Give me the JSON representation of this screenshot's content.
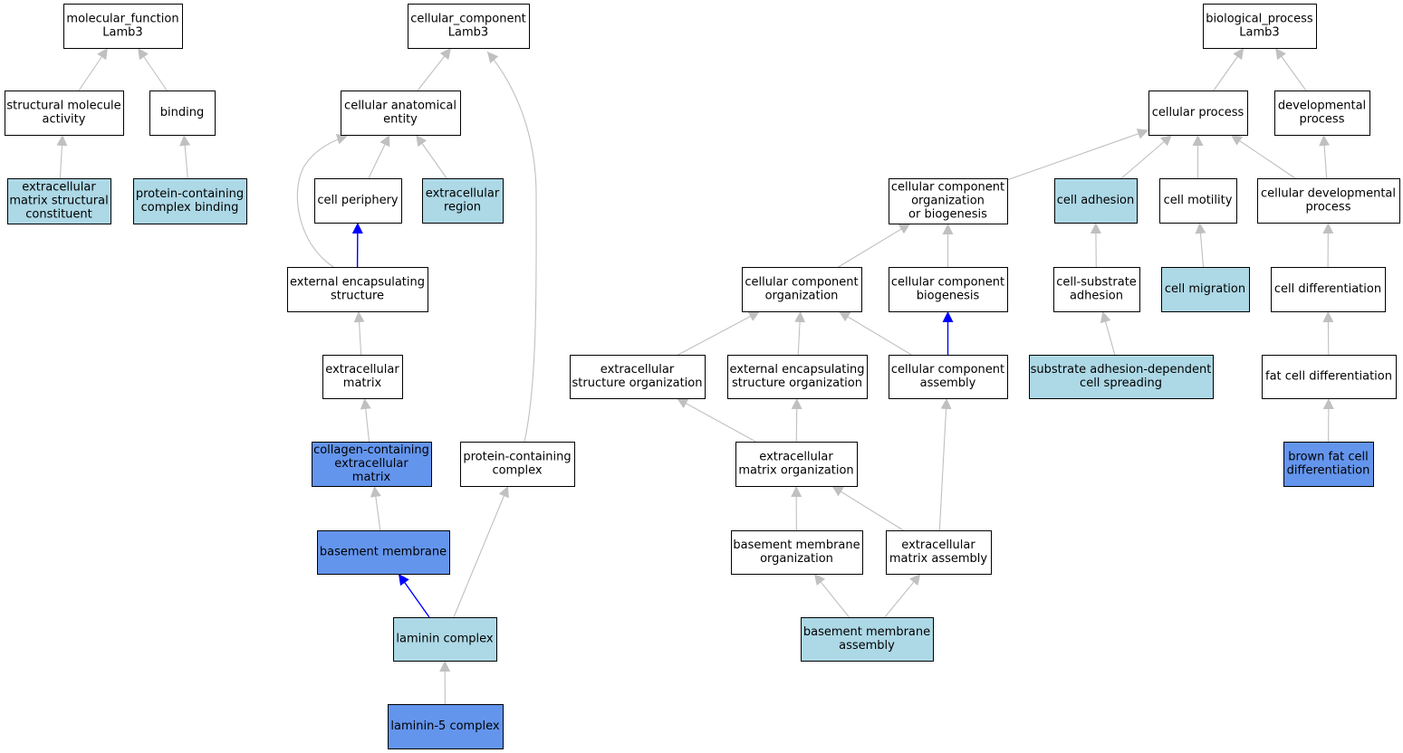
{
  "colors": {
    "plain": "#ffffff",
    "light": "#add8e6",
    "dark": "#6495ed",
    "edge": "#c0c0c0",
    "edge_highlight": "#0000ff"
  },
  "nodes": [
    {
      "id": "mf_root",
      "lines": [
        "molecular_function",
        "Lamb3"
      ],
      "style": "plain"
    },
    {
      "id": "struct_mol",
      "lines": [
        "structural molecule",
        "activity"
      ],
      "style": "plain"
    },
    {
      "id": "binding",
      "lines": [
        "binding"
      ],
      "style": "plain"
    },
    {
      "id": "ecm_struct",
      "lines": [
        "extracellular",
        "matrix structural",
        "constituent"
      ],
      "style": "light"
    },
    {
      "id": "pc_binding",
      "lines": [
        "protein-containing",
        "complex binding"
      ],
      "style": "light"
    },
    {
      "id": "cc_root",
      "lines": [
        "cellular_component",
        "Lamb3"
      ],
      "style": "plain"
    },
    {
      "id": "cae",
      "lines": [
        "cellular anatomical",
        "entity"
      ],
      "style": "plain"
    },
    {
      "id": "cell_periph",
      "lines": [
        "cell periphery"
      ],
      "style": "plain"
    },
    {
      "id": "ec_region",
      "lines": [
        "extracellular",
        "region"
      ],
      "style": "light"
    },
    {
      "id": "ext_encaps",
      "lines": [
        "external encapsulating",
        "structure"
      ],
      "style": "plain"
    },
    {
      "id": "ecm",
      "lines": [
        "extracellular",
        "matrix"
      ],
      "style": "plain"
    },
    {
      "id": "coll_ecm",
      "lines": [
        "collagen-containing",
        "extracellular",
        "matrix"
      ],
      "style": "dark"
    },
    {
      "id": "pc_complex",
      "lines": [
        "protein-containing",
        "complex"
      ],
      "style": "plain"
    },
    {
      "id": "basement",
      "lines": [
        "basement membrane"
      ],
      "style": "dark"
    },
    {
      "id": "laminin",
      "lines": [
        "laminin complex"
      ],
      "style": "light"
    },
    {
      "id": "laminin5",
      "lines": [
        "laminin-5 complex"
      ],
      "style": "dark"
    },
    {
      "id": "bp_root",
      "lines": [
        "biological_process",
        "Lamb3"
      ],
      "style": "plain"
    },
    {
      "id": "cell_proc",
      "lines": [
        "cellular process"
      ],
      "style": "plain"
    },
    {
      "id": "dev_proc",
      "lines": [
        "developmental",
        "process"
      ],
      "style": "plain"
    },
    {
      "id": "ccob",
      "lines": [
        "cellular component",
        "organization",
        "or biogenesis"
      ],
      "style": "plain"
    },
    {
      "id": "cell_adh",
      "lines": [
        "cell adhesion"
      ],
      "style": "light"
    },
    {
      "id": "cell_mot",
      "lines": [
        "cell motility"
      ],
      "style": "plain"
    },
    {
      "id": "cell_dev",
      "lines": [
        "cellular developmental",
        "process"
      ],
      "style": "plain"
    },
    {
      "id": "cco",
      "lines": [
        "cellular component",
        "organization"
      ],
      "style": "plain"
    },
    {
      "id": "ccb",
      "lines": [
        "cellular component",
        "biogenesis"
      ],
      "style": "plain"
    },
    {
      "id": "cs_adh",
      "lines": [
        "cell-substrate",
        "adhesion"
      ],
      "style": "plain"
    },
    {
      "id": "cell_mig",
      "lines": [
        "cell migration"
      ],
      "style": "light"
    },
    {
      "id": "cell_diff",
      "lines": [
        "cell differentiation"
      ],
      "style": "plain"
    },
    {
      "id": "ecso",
      "lines": [
        "extracellular",
        "structure organization"
      ],
      "style": "plain"
    },
    {
      "id": "eeso",
      "lines": [
        "external encapsulating",
        "structure organization"
      ],
      "style": "plain"
    },
    {
      "id": "cca",
      "lines": [
        "cellular component",
        "assembly"
      ],
      "style": "plain"
    },
    {
      "id": "sadcs",
      "lines": [
        "substrate adhesion-dependent",
        "cell spreading"
      ],
      "style": "light"
    },
    {
      "id": "fat_diff",
      "lines": [
        "fat cell differentiation"
      ],
      "style": "plain"
    },
    {
      "id": "ecmo",
      "lines": [
        "extracellular",
        "matrix organization"
      ],
      "style": "plain"
    },
    {
      "id": "brown_fat",
      "lines": [
        "brown fat cell",
        "differentiation"
      ],
      "style": "dark"
    },
    {
      "id": "bmo",
      "lines": [
        "basement membrane",
        "organization"
      ],
      "style": "plain"
    },
    {
      "id": "ecma",
      "lines": [
        "extracellular",
        "matrix assembly"
      ],
      "style": "plain"
    },
    {
      "id": "bma",
      "lines": [
        "basement membrane",
        "assembly"
      ],
      "style": "light"
    }
  ],
  "edges": [
    {
      "from": "struct_mol",
      "to": "mf_root",
      "highlight": false
    },
    {
      "from": "binding",
      "to": "mf_root",
      "highlight": false
    },
    {
      "from": "ecm_struct",
      "to": "struct_mol",
      "highlight": false
    },
    {
      "from": "pc_binding",
      "to": "binding",
      "highlight": false
    },
    {
      "from": "cae",
      "to": "cc_root",
      "highlight": false
    },
    {
      "from": "pc_complex",
      "to": "cc_root",
      "highlight": false
    },
    {
      "from": "cell_periph",
      "to": "cae",
      "highlight": false
    },
    {
      "from": "ec_region",
      "to": "cae",
      "highlight": false
    },
    {
      "from": "ext_encaps",
      "to": "cae",
      "highlight": false
    },
    {
      "from": "ext_encaps",
      "to": "cell_periph",
      "highlight": true
    },
    {
      "from": "ecm",
      "to": "ext_encaps",
      "highlight": false
    },
    {
      "from": "coll_ecm",
      "to": "ecm",
      "highlight": false
    },
    {
      "from": "basement",
      "to": "coll_ecm",
      "highlight": false
    },
    {
      "from": "laminin",
      "to": "basement",
      "highlight": true
    },
    {
      "from": "laminin",
      "to": "pc_complex",
      "highlight": false
    },
    {
      "from": "laminin5",
      "to": "laminin",
      "highlight": false
    },
    {
      "from": "cell_proc",
      "to": "bp_root",
      "highlight": false
    },
    {
      "from": "dev_proc",
      "to": "bp_root",
      "highlight": false
    },
    {
      "from": "ccob",
      "to": "cell_proc",
      "highlight": false
    },
    {
      "from": "cell_adh",
      "to": "cell_proc",
      "highlight": false
    },
    {
      "from": "cell_mot",
      "to": "cell_proc",
      "highlight": false
    },
    {
      "from": "cell_dev",
      "to": "cell_proc",
      "highlight": false
    },
    {
      "from": "cell_dev",
      "to": "dev_proc",
      "highlight": false
    },
    {
      "from": "cco",
      "to": "ccob",
      "highlight": false
    },
    {
      "from": "ccb",
      "to": "ccob",
      "highlight": false
    },
    {
      "from": "cs_adh",
      "to": "cell_adh",
      "highlight": false
    },
    {
      "from": "cell_mig",
      "to": "cell_mot",
      "highlight": false
    },
    {
      "from": "cell_diff",
      "to": "cell_dev",
      "highlight": false
    },
    {
      "from": "ecso",
      "to": "cco",
      "highlight": false
    },
    {
      "from": "eeso",
      "to": "cco",
      "highlight": false
    },
    {
      "from": "cca",
      "to": "cco",
      "highlight": false
    },
    {
      "from": "cca",
      "to": "ccb",
      "highlight": true
    },
    {
      "from": "sadcs",
      "to": "cs_adh",
      "highlight": false
    },
    {
      "from": "fat_diff",
      "to": "cell_diff",
      "highlight": false
    },
    {
      "from": "ecmo",
      "to": "ecso",
      "highlight": false
    },
    {
      "from": "ecmo",
      "to": "eeso",
      "highlight": false
    },
    {
      "from": "ecma",
      "to": "cca",
      "highlight": false
    },
    {
      "from": "ecma",
      "to": "ecmo",
      "highlight": false
    },
    {
      "from": "bmo",
      "to": "ecmo",
      "highlight": false
    },
    {
      "from": "brown_fat",
      "to": "fat_diff",
      "highlight": false
    },
    {
      "from": "bma",
      "to": "bmo",
      "highlight": false
    },
    {
      "from": "bma",
      "to": "ecma",
      "highlight": false
    }
  ]
}
